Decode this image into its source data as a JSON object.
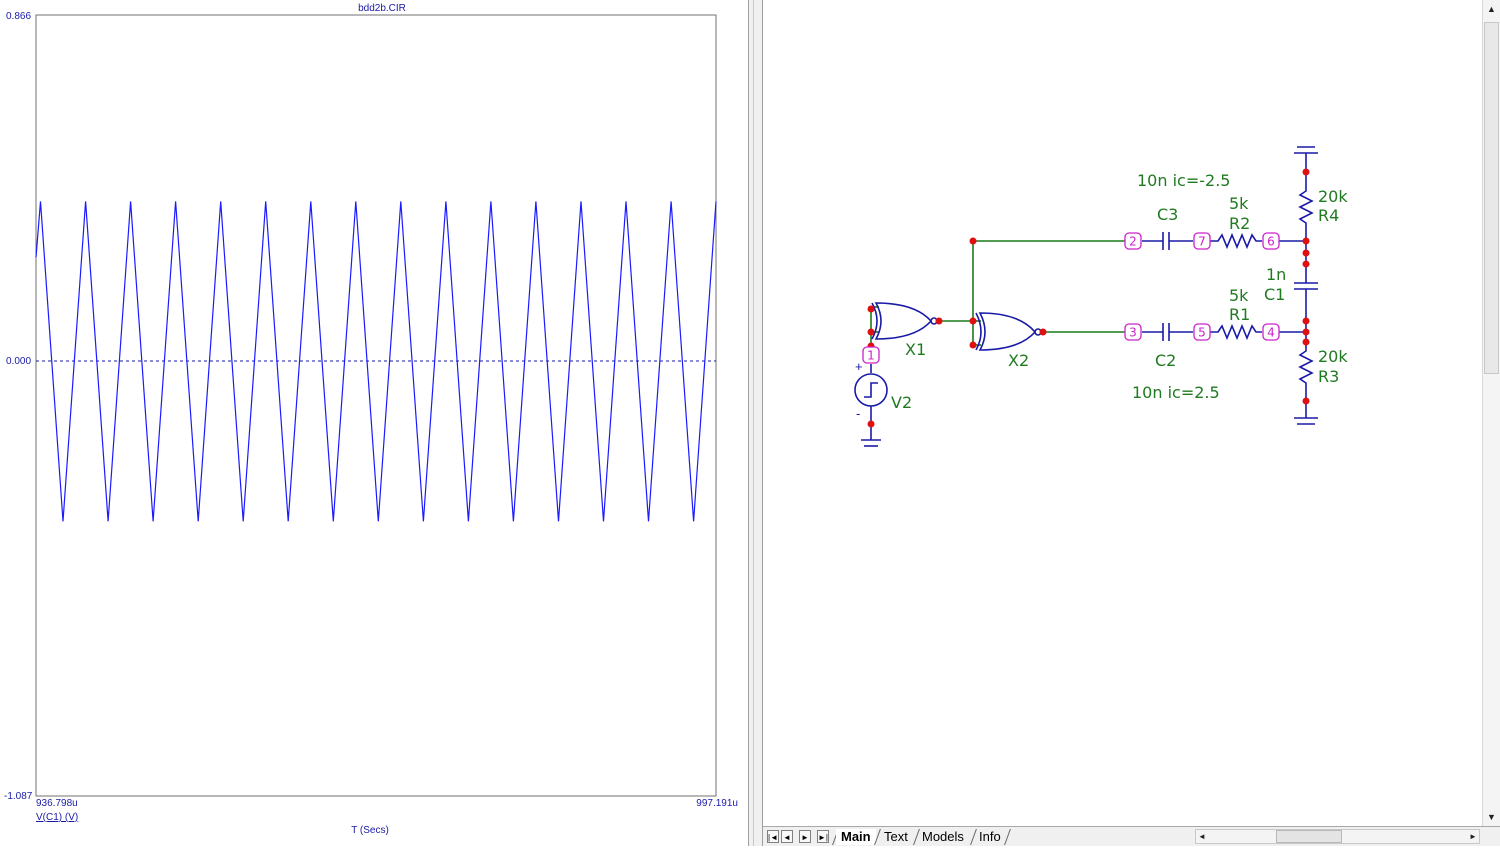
{
  "plot": {
    "title": "bdd2b.CIR",
    "ymax_label": "0.866",
    "yzero_label": "0.000",
    "ymin_label": "-1.087",
    "xmin_label": "936.798u",
    "xmax_label": "997.191u",
    "trace_label": "V(C1) (V)",
    "xaxis_label": "T (Secs)",
    "trace_color": "#1a1aff"
  },
  "chart_data": {
    "type": "line",
    "title": "bdd2b.CIR",
    "xlabel": "T (Secs)",
    "ylabel": "",
    "xlim": [
      936.798,
      997.191
    ],
    "ylim": [
      -1.087,
      0.866
    ],
    "series": [
      {
        "name": "V(C1) (V)",
        "x_unit": "us",
        "x": [
          936.8,
          937.2,
          939.2,
          941.2,
          943.2,
          945.2,
          947.2,
          949.2,
          951.2,
          953.2,
          955.2,
          957.2,
          959.2,
          961.2,
          963.2,
          965.2,
          967.2,
          969.2,
          971.2,
          973.2,
          975.2,
          977.2,
          979.2,
          981.2,
          983.2,
          985.2,
          987.2,
          989.2,
          991.2,
          993.2,
          995.2,
          997.19
        ],
        "y": [
          0.26,
          0.4,
          -0.4,
          0.4,
          -0.4,
          0.4,
          -0.4,
          0.4,
          -0.4,
          0.4,
          -0.4,
          0.4,
          -0.4,
          0.4,
          -0.4,
          0.4,
          -0.4,
          0.4,
          -0.4,
          0.4,
          -0.4,
          0.4,
          -0.4,
          0.4,
          -0.4,
          0.4,
          -0.4,
          0.4,
          -0.4,
          0.4,
          -0.4,
          0.4
        ]
      }
    ],
    "grid": false
  },
  "schematic": {
    "labels": {
      "c3_value": "10n ic=-2.5",
      "c3_name": "C3",
      "r2_value": "5k",
      "r2_name": "R2",
      "r4_value": "20k",
      "r4_name": "R4",
      "c1_value": "1n",
      "c1_name": "C1",
      "r1_value": "5k",
      "r1_name": "R1",
      "c2_name": "C2",
      "c2_value": "10n ic=2.5",
      "r3_value": "20k",
      "r3_name": "R3",
      "x1_name": "X1",
      "x2_name": "X2",
      "v2_name": "V2",
      "v2_plus": "+",
      "v2_minus": "-"
    },
    "nodes": [
      "1",
      "2",
      "3",
      "4",
      "5",
      "6",
      "7"
    ],
    "wire_color": "#1a7a1a",
    "component_color": "#1a1aa8",
    "node_dot_color": "#e01010",
    "node_label_color": "#cc22cc"
  },
  "tabs": [
    {
      "label": "Main",
      "active": true
    },
    {
      "label": "Text",
      "active": false
    },
    {
      "label": "Models",
      "active": false
    },
    {
      "label": "Info",
      "active": false
    }
  ],
  "nav": {
    "first": "|◄",
    "prev": "◄",
    "next": "►",
    "last": "►|"
  },
  "scroll": {
    "up": "▲",
    "down": "▼",
    "left": "◄",
    "right": "►"
  }
}
